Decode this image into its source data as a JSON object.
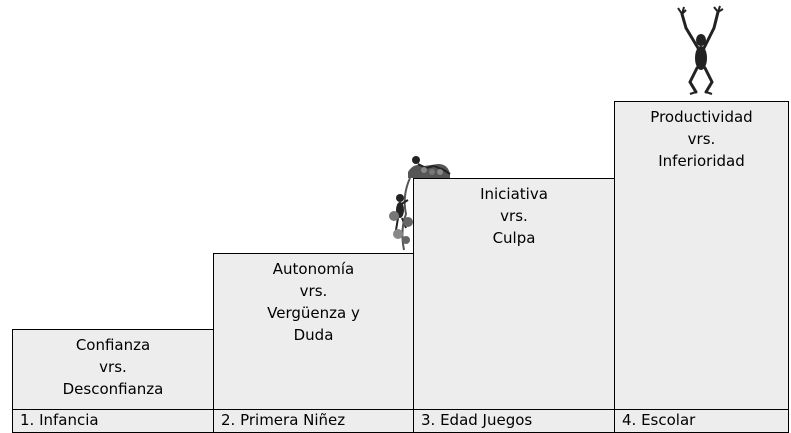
{
  "steps": [
    {
      "text": "Confianza\nvrs.\nDesconfianza"
    },
    {
      "text": "Autonomía\nvrs.\nVergüenza y\nDuda"
    },
    {
      "text": "Iniciativa\nvrs.\nCulpa"
    },
    {
      "text": "Productividad\nvrs.\nInferioridad"
    }
  ],
  "stages": [
    "1. Infancia",
    "2. Primera Niñez",
    "3. Edad Juegos",
    "4. Escolar"
  ],
  "colors": {
    "step_fill": "#ededed",
    "border": "#000000",
    "figure": "#222222",
    "plant": "#555555"
  },
  "icons": [
    "jumping-figure-icon",
    "climbing-figure-icon",
    "crawling-figure-icon"
  ]
}
